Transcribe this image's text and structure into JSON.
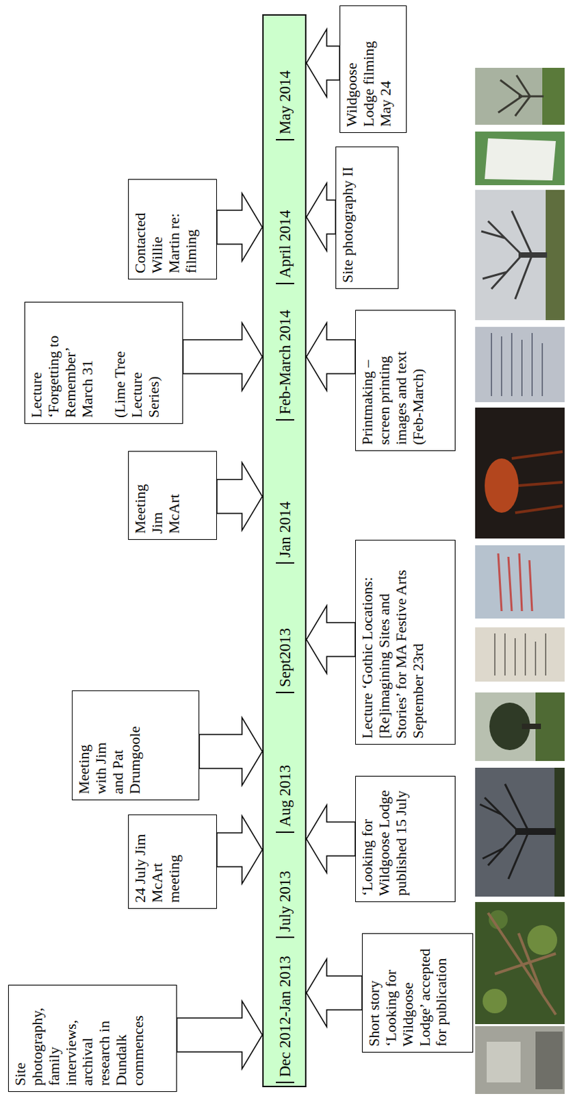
{
  "diagram": {
    "nodes": [
      {
        "text": [
          "Dec 2012-Jan 2013",
          "July 2013",
          "Aug 2013",
          "Sept2013",
          "Jan 2014",
          "Feb-March 2014",
          "April 2014",
          "May 2014"
        ]
      },
      {
        "text": [
          "Site photography, family interviews, archival research in Dundalk commences"
        ]
      },
      {
        "text": [
          "Short story ‘Looking for Wildgoose Lodge’ accepted for publication"
        ]
      },
      {
        "text": [
          "24 July Jim McArt meeting"
        ]
      },
      {
        "text": [
          "‘Looking for Wildgoose Lodge published 15 July"
        ]
      },
      {
        "text": [
          "Meeting with Jim and Pat Drumgoole"
        ]
      },
      {
        "text": [
          "Lecture ‘Gothic Locations: [Re]imagining Sites and Stories’ for MA Festive Arts September 23rd"
        ]
      },
      {
        "text": [
          "Meeting Jim McArt"
        ]
      },
      {
        "text": [
          "Lecture ‘Forgetting to Remember’ March 31",
          "(Lime Tree Lecture Series)"
        ]
      },
      {
        "text": [
          "Printmaking – screen printing images and text (Feb-March)"
        ]
      },
      {
        "text": [
          "Contacted Willie Martin re: filming"
        ]
      },
      {
        "text": [
          "Site photography II"
        ]
      },
      {
        "text": [
          "Wildgoose Lodge filming May 24"
        ]
      }
    ],
    "edges": [
      {
        "from": 1,
        "to": 0,
        "arrow": "to"
      },
      {
        "from": 2,
        "to": 0,
        "arrow": "to"
      },
      {
        "from": 3,
        "to": 0,
        "arrow": "to"
      },
      {
        "from": 4,
        "to": 0,
        "arrow": "to"
      },
      {
        "from": 5,
        "to": 0,
        "arrow": "to"
      },
      {
        "from": 6,
        "to": 0,
        "arrow": "to"
      },
      {
        "from": 7,
        "to": 0,
        "arrow": "to"
      },
      {
        "from": 8,
        "to": 0,
        "arrow": "to"
      },
      {
        "from": 9,
        "to": 0,
        "arrow": "to"
      },
      {
        "from": 10,
        "to": 0,
        "arrow": "to"
      },
      {
        "from": 11,
        "to": 0,
        "arrow": "to"
      },
      {
        "from": 12,
        "to": 0,
        "arrow": "to"
      }
    ]
  }
}
